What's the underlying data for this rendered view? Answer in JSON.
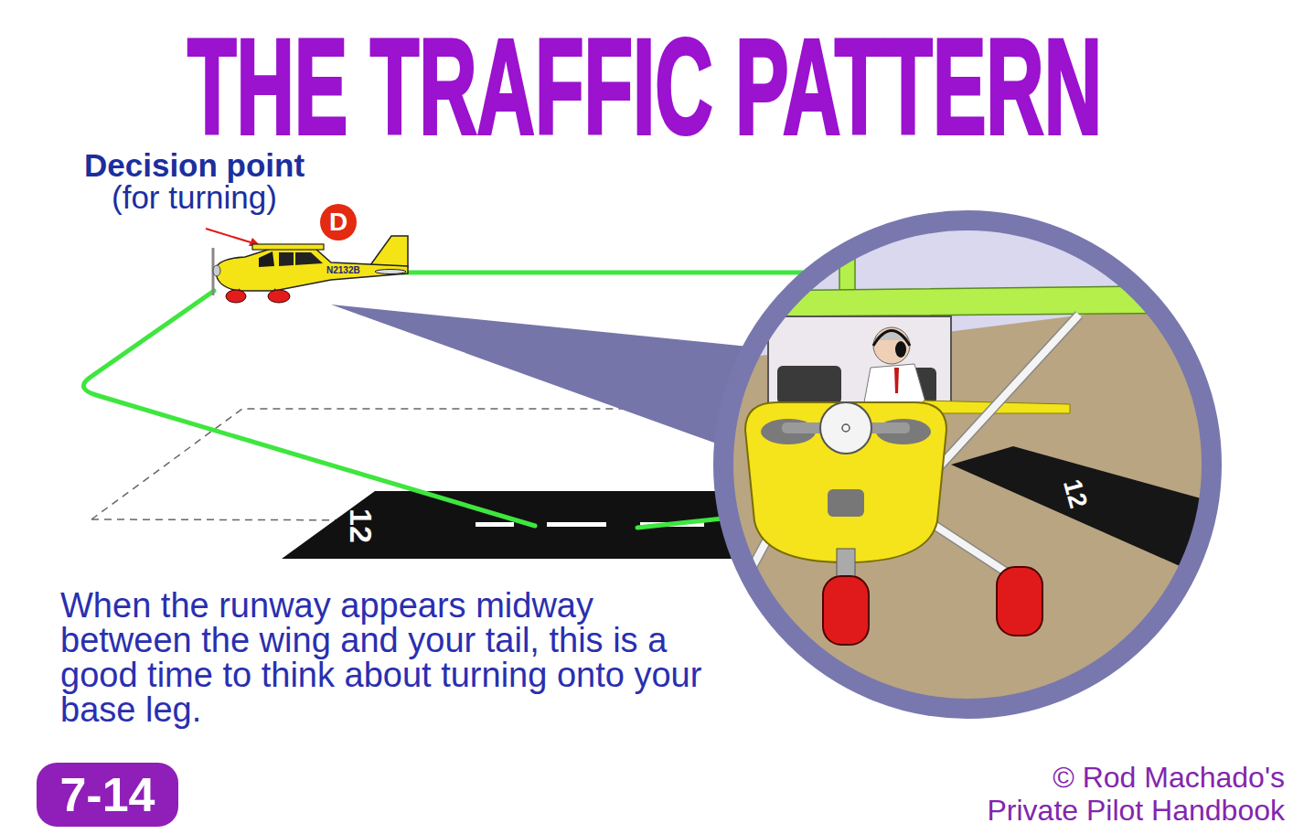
{
  "diagram": {
    "title": "THE TRAFFIC PATTERN",
    "caption": "When the runway appears midway between the wing and your tail, this is a good time to think about turning onto your base leg.",
    "nodes": [
      {
        "text": [
          "D"
        ]
      },
      {
        "text": [
          "7-14"
        ]
      }
    ],
    "labels": [
      "Decision point",
      "(for turning)",
      "N2132B",
      "12",
      "12",
      "© Rod Machado's Private Pilot Handbook"
    ]
  }
}
